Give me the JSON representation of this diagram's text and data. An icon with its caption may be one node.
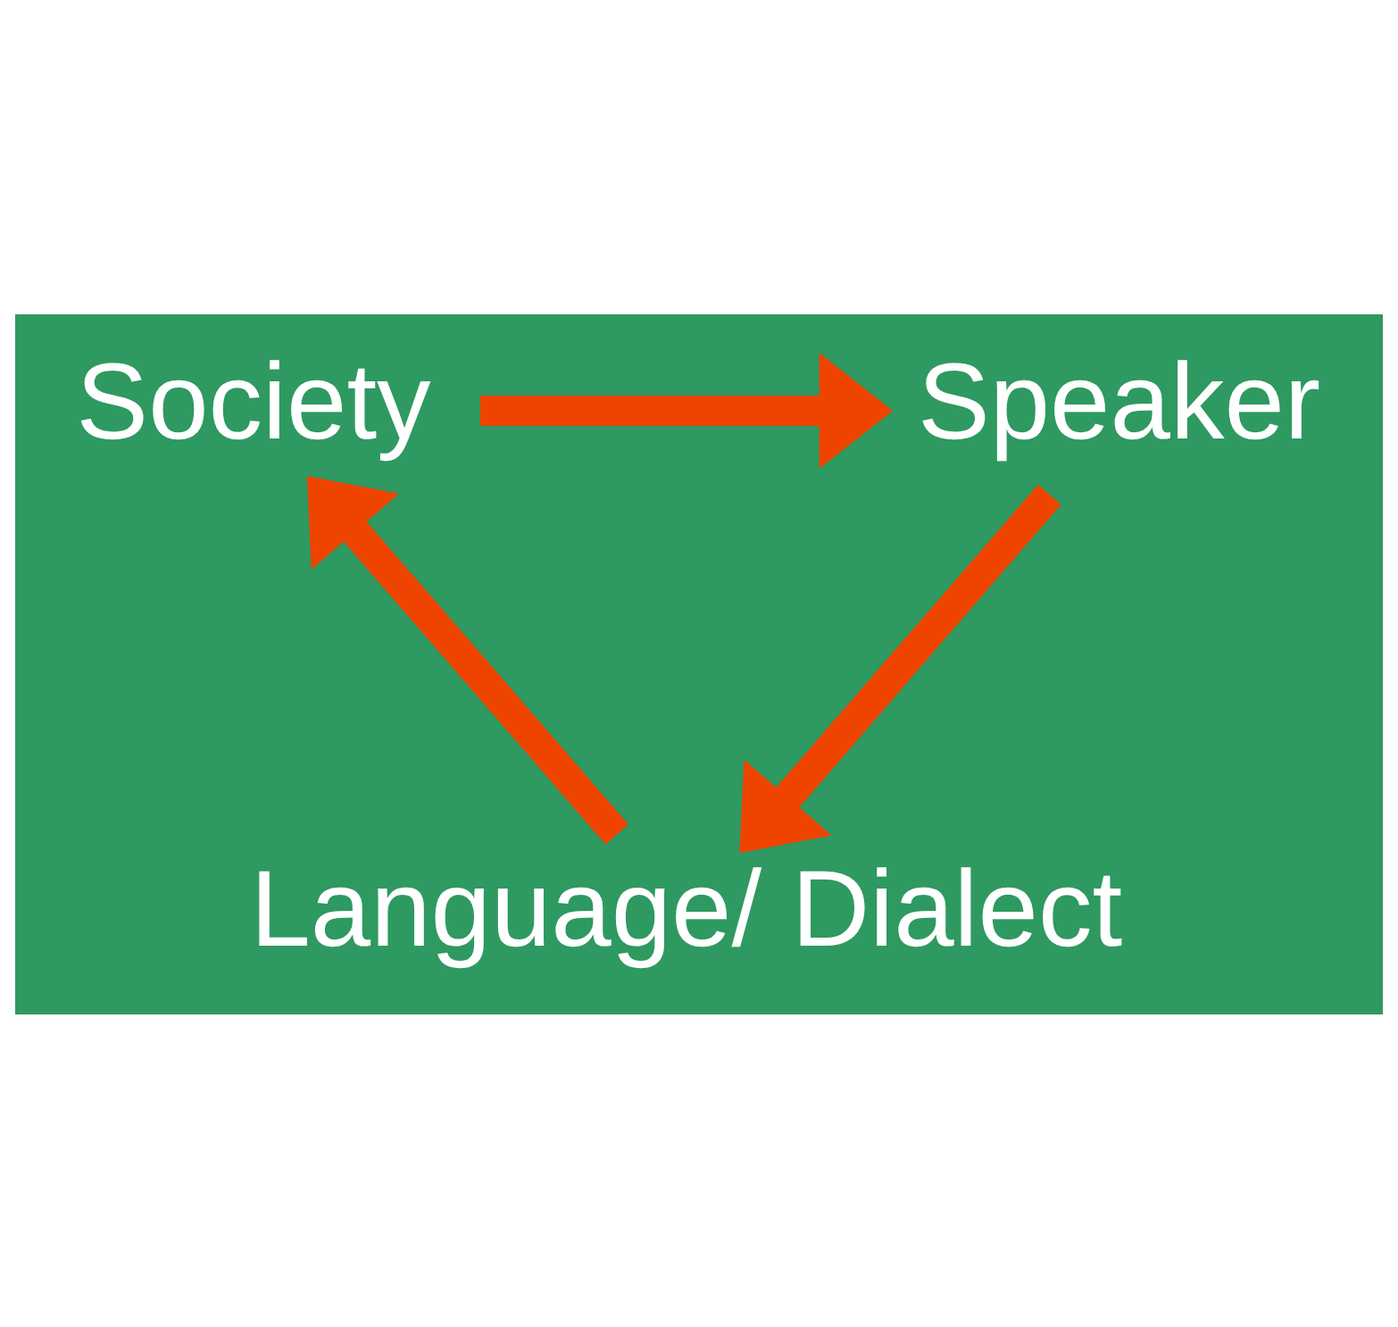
{
  "diagram": {
    "nodes": [
      {
        "text": [
          "Society"
        ]
      },
      {
        "text": [
          "Speaker"
        ]
      },
      {
        "text": [
          "Language/ Dialect"
        ]
      }
    ],
    "edges": [
      {
        "from": 0,
        "to": 1,
        "arrow": "to"
      },
      {
        "from": 1,
        "to": 2,
        "arrow": "to"
      },
      {
        "from": 2,
        "to": 0,
        "arrow": "to"
      }
    ]
  }
}
